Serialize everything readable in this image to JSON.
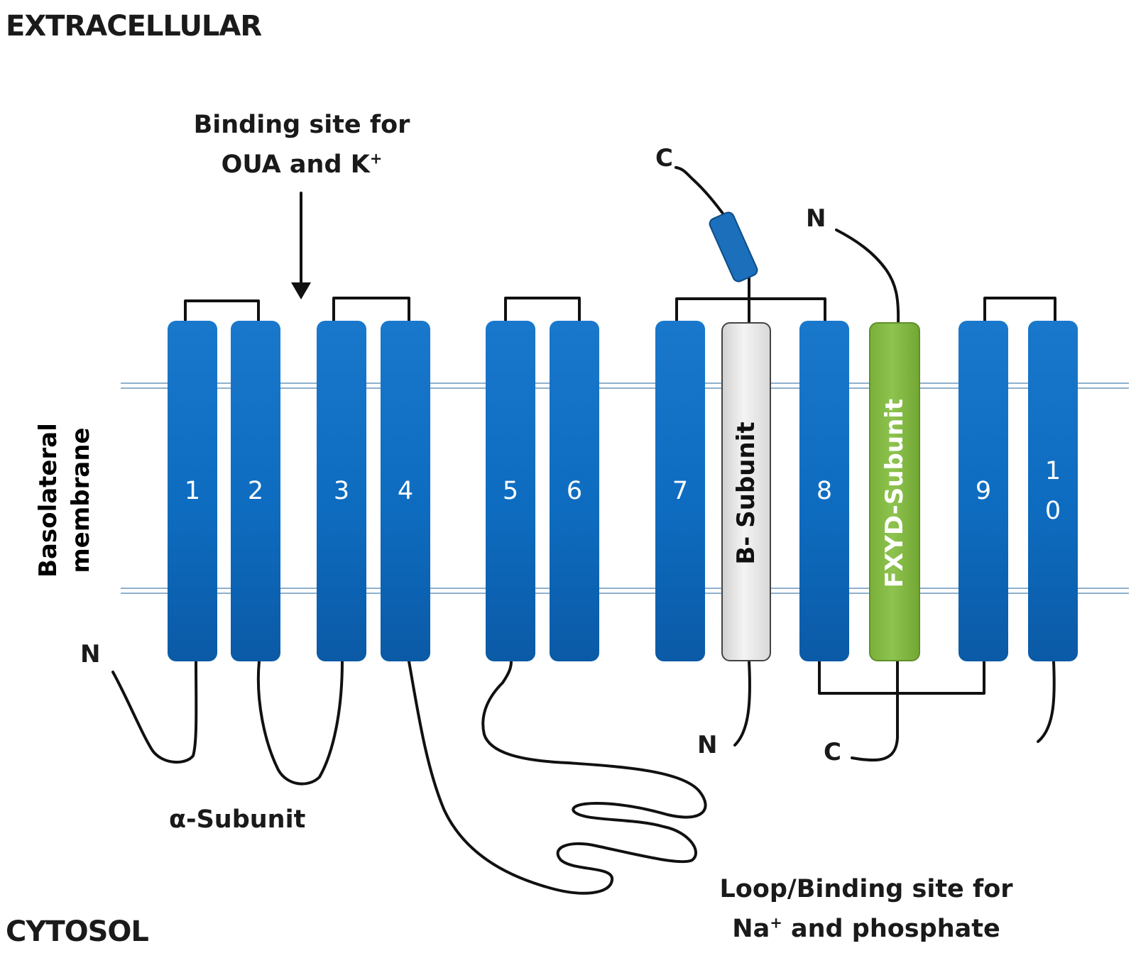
{
  "regions": {
    "extracellular": "EXTRACELLULAR",
    "cytosol": "CYTOSOL"
  },
  "membrane_label": {
    "line1": "Basolateral",
    "line2": "membrane"
  },
  "binding_site_top": {
    "line1": "Binding site for",
    "line2_main": "OUA and K",
    "line2_sup": "+"
  },
  "binding_site_bottom": {
    "line1": "Loop/Binding site for",
    "line2_main": "Na",
    "line2_sup": "+",
    "line2_rest": " and phosphate"
  },
  "alpha_subunit_label": "α-Subunit",
  "helices": {
    "h1": "1",
    "h2": "2",
    "h3": "3",
    "h4": "4",
    "h5": "5",
    "h6": "6",
    "h7": "7",
    "h8": "8",
    "h9": "9",
    "h10_a": "1",
    "h10_b": "0"
  },
  "beta_subunit_label": "B- Subunit",
  "fxyd_subunit_label": "FXYD-Subunit",
  "termini": {
    "alpha_n": "N",
    "beta_c": "C",
    "beta_n": "N",
    "fxyd_n": "N",
    "fxyd_c": "C"
  },
  "colors": {
    "alpha_helix": "#0e6cc0",
    "beta_subunit": "#e8e8e8",
    "fxyd_subunit": "#86bd48",
    "glycosylation": "#1c6fba",
    "membrane_line": "#8fb0cc"
  }
}
